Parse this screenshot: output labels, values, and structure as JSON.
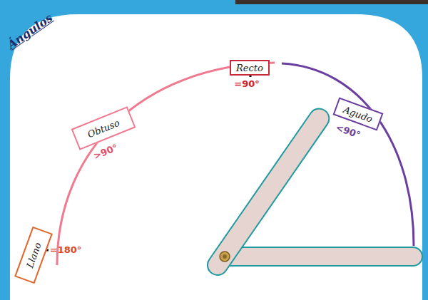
{
  "diagram": {
    "title": "Ángulos",
    "nodes": [
      {
        "text": [
          "Llano",
          "=180°"
        ]
      },
      {
        "text": [
          "Obtuso",
          ">90°"
        ]
      },
      {
        "text": [
          "Recto",
          "=90°"
        ]
      },
      {
        "text": [
          "Agudo",
          "<90°"
        ]
      }
    ]
  }
}
